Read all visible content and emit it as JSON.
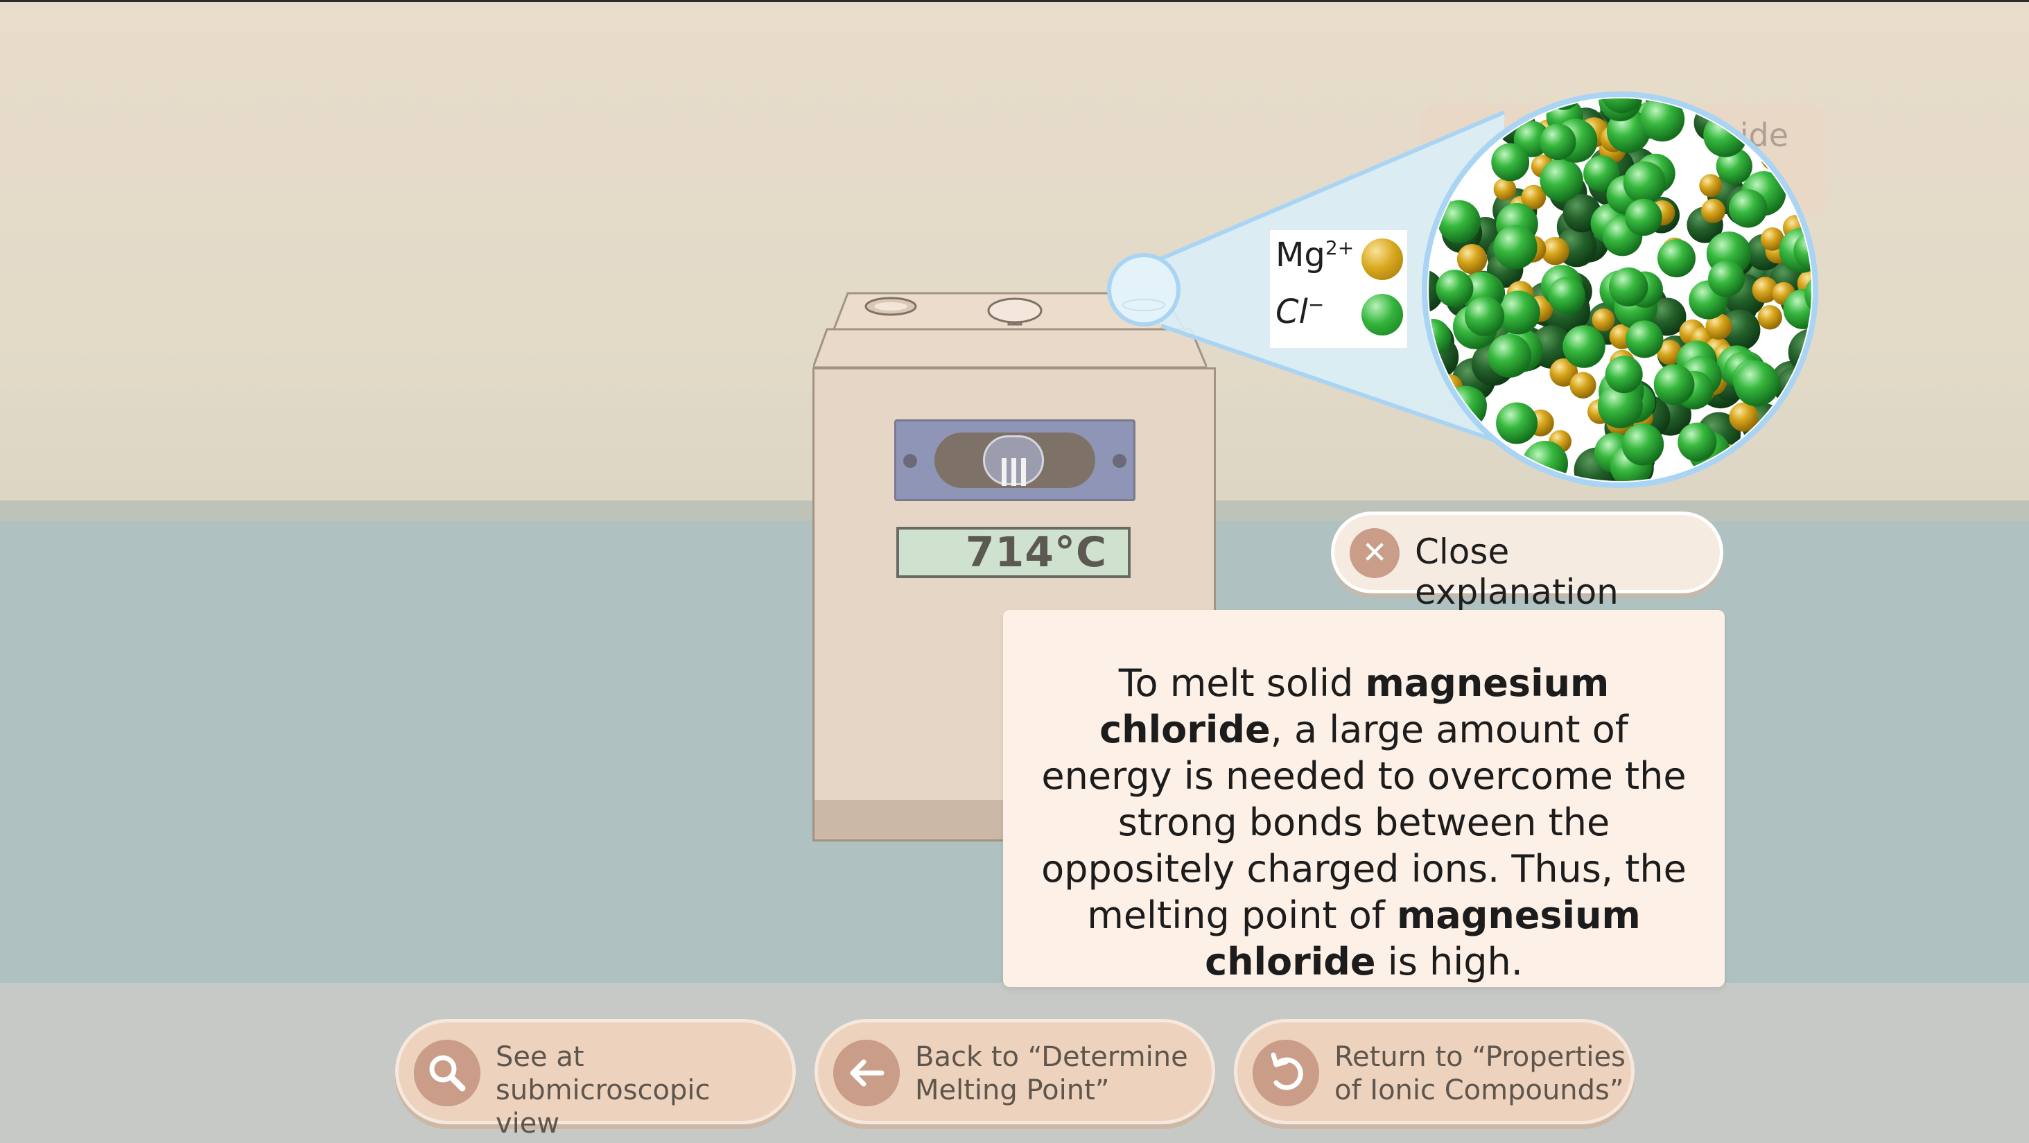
{
  "temperature_display": "714°C",
  "background_tag_text": "ide",
  "legend": {
    "mg_symbol": "Mg",
    "mg_charge": "2+",
    "cl_symbol": "Cl",
    "cl_charge": "−",
    "mg_color": "#d9a81e",
    "cl_color": "#33b33b"
  },
  "close_button": {
    "label": "Close explanation",
    "icon": "close-icon"
  },
  "explanation": {
    "t1": "To melt solid ",
    "b1": "magnesium chloride",
    "t2": ", a large amount of energy is needed to overcome the strong bonds between the oppositely charged ions. Thus, the melting point of ",
    "b2": "magnesium chloride",
    "t3": " is high."
  },
  "nav": {
    "submicroscopic": {
      "label_1": "See at submicroscopic",
      "label_2": "view",
      "icon": "search-icon"
    },
    "back": {
      "label_1": "Back to “Determine",
      "label_2": "Melting Point”",
      "icon": "arrow-left-icon"
    },
    "return": {
      "label_1": "Return to “Properties",
      "label_2": "of Ionic Compounds”",
      "icon": "return-icon"
    }
  },
  "colors": {
    "button_fill": "#edd2bd",
    "icon_fill": "#c99d88",
    "card_fill": "#fdf1e7"
  }
}
